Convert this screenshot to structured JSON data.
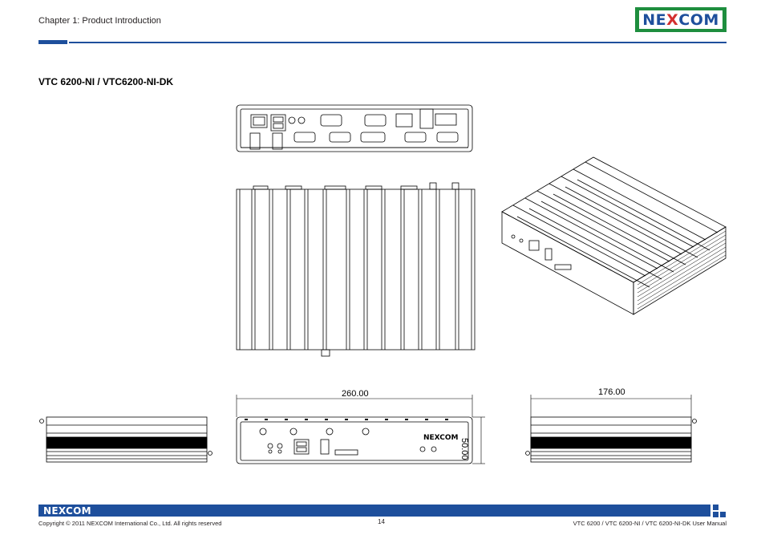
{
  "header": {
    "chapter": "Chapter 1: Product Introduction",
    "logo_text_pre": "NE",
    "logo_text_x": "X",
    "logo_text_post": "COM"
  },
  "section": {
    "title": "VTC 6200-NI / VTC6200-NI-DK"
  },
  "dimensions": {
    "width": "260.00",
    "height": "50.00",
    "depth": "176.00"
  },
  "front_panel": {
    "device_logo": "NEXCOM"
  },
  "footer": {
    "logo_text_pre": "NE",
    "logo_text_x": "X",
    "logo_text_post": "COM",
    "copyright": "Copyright © 2011 NEXCOM International Co., Ltd. All rights reserved",
    "page_number": "14",
    "manual_title": "VTC 6200 / VTC 6200-NI / VTC 6200-NI-DK User Manual"
  },
  "colors": {
    "brand_blue": "#1e4f9c",
    "brand_green": "#1e8e3e",
    "brand_red": "#d32f2f"
  }
}
